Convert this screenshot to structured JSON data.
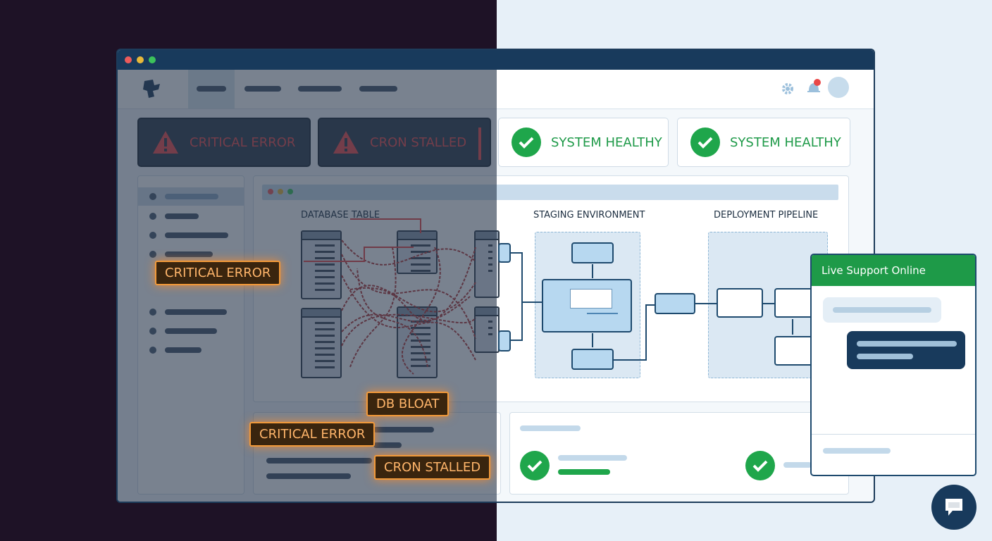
{
  "alerts": {
    "critical_error": "CRITICAL ERROR",
    "cron_stalled": "CRON STALLED",
    "system_healthy_1": "SYSTEM HEALTHY",
    "system_healthy_2": "SYSTEM HEALTHY"
  },
  "diagram": {
    "database_table_label": "DATABASE TABLE",
    "staging_label": "STAGING ENVIRONMENT",
    "pipeline_label": "DEPLOYMENT PIPELINE"
  },
  "tags": {
    "critical_error_sidebar": "CRITICAL ERROR",
    "db_bloat": "DB BLOAT",
    "critical_error_bottom": "CRITICAL ERROR",
    "cron_stalled_bottom": "CRON STALLED"
  },
  "chat": {
    "header": "Live Support Online"
  },
  "colors": {
    "error": "#ef4b4b",
    "healthy": "#1fa64b",
    "brand": "#183a5c",
    "warning_glow": "#f29a3a"
  },
  "icons": {
    "alert": "warning-triangle-icon",
    "ok": "check-circle-icon",
    "settings": "gear-icon",
    "notifications": "bell-icon",
    "chat": "chat-bubble-icon"
  }
}
